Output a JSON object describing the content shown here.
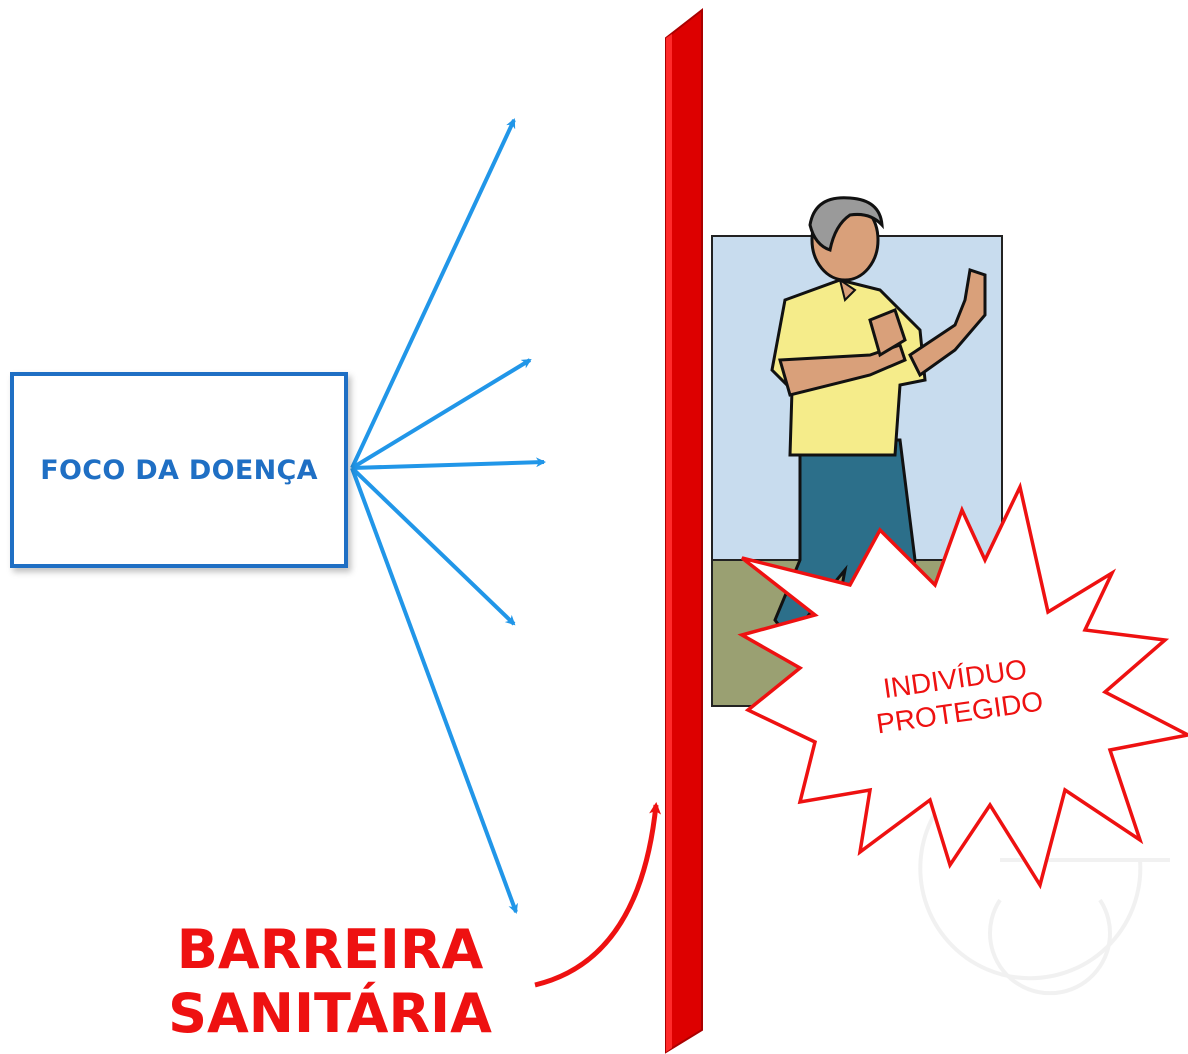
{
  "diagram": {
    "source_box": {
      "label": "FOCO DA DOENÇA"
    },
    "burst_label": {
      "line1": "INDIVÍDUO",
      "line2": "PROTEGIDO"
    },
    "barrier_label": {
      "line1": "BARREIRA",
      "line2": "SANITÁRIA"
    }
  },
  "colors": {
    "source_border": "#1f6fc4",
    "spread_arrows": "#2196e8",
    "barrier": "#dd0000",
    "barrier_label": "#ee1111",
    "burst_outline": "#ee1111",
    "panel_sky": "#c8dcee",
    "panel_ground": "#9aa072",
    "shirt": "#f5ec8a",
    "pants": "#2c6f8a",
    "skin": "#d9a07a",
    "hair": "#9a9a9a"
  },
  "icons": {
    "person": "person-gesturing-stop-icon",
    "burst": "starburst-shape",
    "logo": "circle-logo-watermark"
  }
}
